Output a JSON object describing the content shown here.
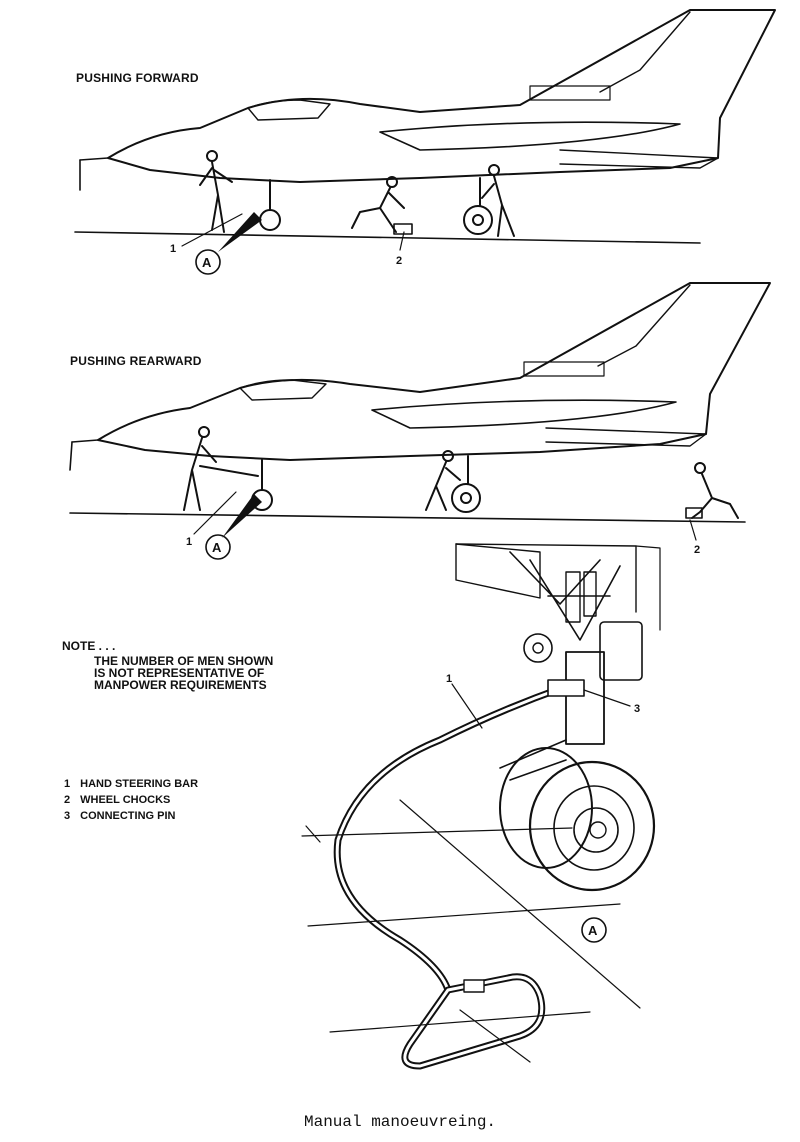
{
  "views": {
    "forward_title": "PUSHING FORWARD",
    "rearward_title": "PUSHING REARWARD"
  },
  "note": {
    "heading": "NOTE . . .",
    "lines": [
      "THE NUMBER OF MEN SHOWN",
      "IS NOT REPRESENTATIVE OF",
      "MANPOWER REQUIREMENTS"
    ]
  },
  "legend": [
    {
      "num": "1",
      "text": "HAND STEERING BAR"
    },
    {
      "num": "2",
      "text": "WHEEL CHOCKS"
    },
    {
      "num": "3",
      "text": "CONNECTING PIN"
    }
  ],
  "callouts": {
    "steering_bar": "1",
    "wheel_chocks": "2",
    "connecting_pin": "3",
    "detail_ref": "A"
  },
  "caption": "Manual manoeuvreing."
}
